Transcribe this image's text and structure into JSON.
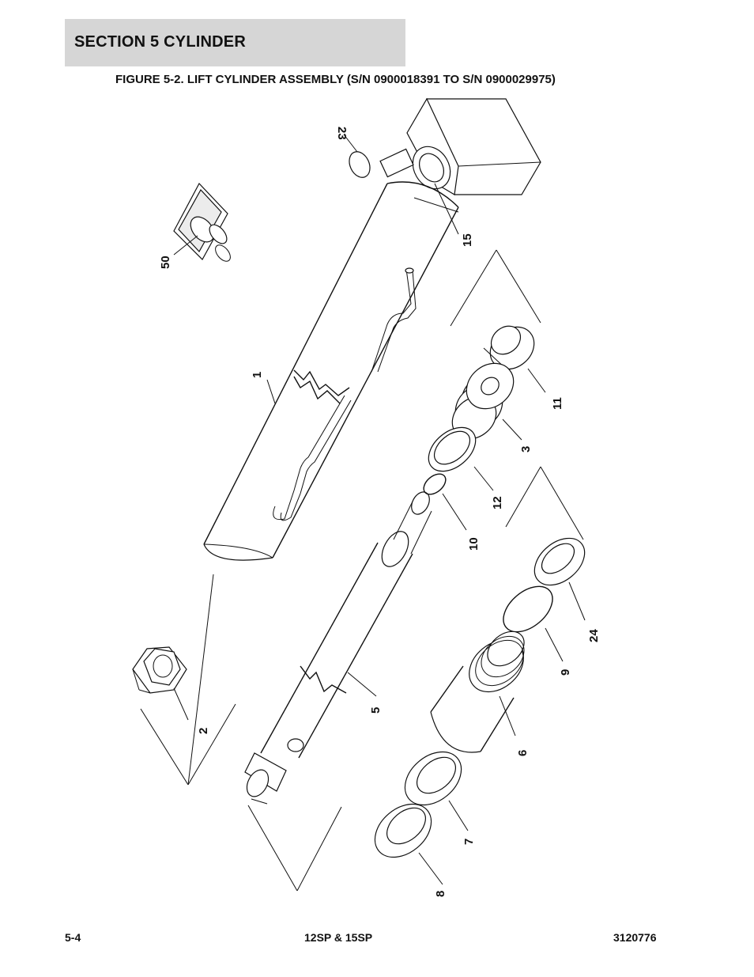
{
  "header": {
    "section_title": "SECTION 5   CYLINDER"
  },
  "figure": {
    "title": "FIGURE 5-2. LIFT CYLINDER ASSEMBLY (S/N 0900018391 TO S/N 0900029975)"
  },
  "callouts": [
    "23",
    "50",
    "15",
    "1",
    "11",
    "3",
    "12",
    "10",
    "2",
    "5",
    "24",
    "9",
    "6",
    "7",
    "8"
  ],
  "footer": {
    "page_number": "5-4",
    "model": "12SP & 15SP",
    "doc_number": "3120776"
  }
}
